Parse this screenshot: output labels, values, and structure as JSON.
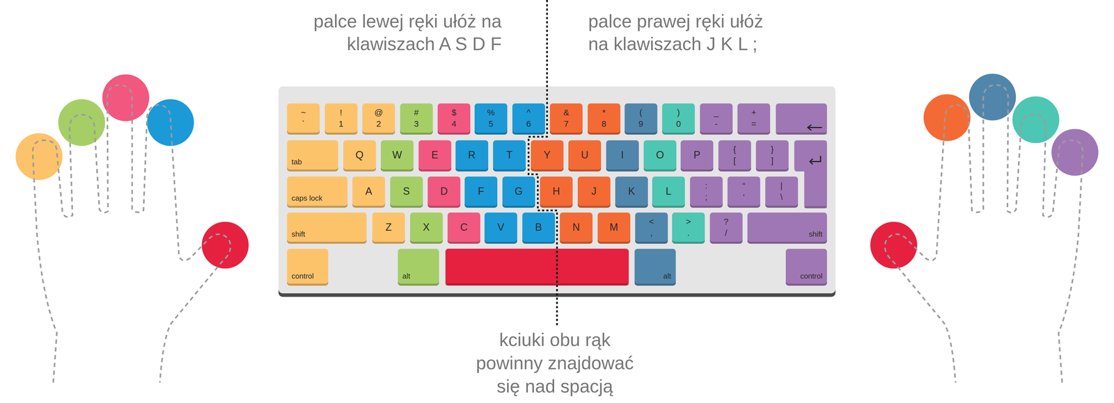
{
  "diagram": {
    "nodes": [
      {
        "text": [
          "~",
          "`"
        ]
      },
      {
        "text": [
          "!",
          "1"
        ]
      },
      {
        "text": [
          "@",
          "2"
        ]
      },
      {
        "text": [
          "#",
          "3"
        ]
      },
      {
        "text": [
          "$",
          "4"
        ]
      },
      {
        "text": [
          "%",
          "5"
        ]
      },
      {
        "text": [
          "^",
          "6"
        ]
      },
      {
        "text": [
          "&",
          "7"
        ]
      },
      {
        "text": [
          "*",
          "8"
        ]
      },
      {
        "text": [
          "(",
          "9"
        ]
      },
      {
        "text": [
          ")",
          "0"
        ]
      },
      {
        "text": [
          "_",
          "-"
        ]
      },
      {
        "text": [
          "+",
          "="
        ]
      },
      {
        "text": [
          "tab"
        ]
      },
      {
        "text": [
          "Q"
        ]
      },
      {
        "text": [
          "W"
        ]
      },
      {
        "text": [
          "E"
        ]
      },
      {
        "text": [
          "R"
        ]
      },
      {
        "text": [
          "T"
        ]
      },
      {
        "text": [
          "Y"
        ]
      },
      {
        "text": [
          "U"
        ]
      },
      {
        "text": [
          "I"
        ]
      },
      {
        "text": [
          "O"
        ]
      },
      {
        "text": [
          "P"
        ]
      },
      {
        "text": [
          "{",
          "["
        ]
      },
      {
        "text": [
          "}",
          "]"
        ]
      },
      {
        "text": [
          "caps lock"
        ]
      },
      {
        "text": [
          "A"
        ]
      },
      {
        "text": [
          "S"
        ]
      },
      {
        "text": [
          "D"
        ]
      },
      {
        "text": [
          "F"
        ]
      },
      {
        "text": [
          "G"
        ]
      },
      {
        "text": [
          "H"
        ]
      },
      {
        "text": [
          "J"
        ]
      },
      {
        "text": [
          "K"
        ]
      },
      {
        "text": [
          "L"
        ]
      },
      {
        "text": [
          ":",
          ";"
        ]
      },
      {
        "text": [
          "“",
          "‘"
        ]
      },
      {
        "text": [
          "|",
          "\\"
        ]
      },
      {
        "text": [
          "shift"
        ]
      },
      {
        "text": [
          "Z"
        ]
      },
      {
        "text": [
          "X"
        ]
      },
      {
        "text": [
          "C"
        ]
      },
      {
        "text": [
          "V"
        ]
      },
      {
        "text": [
          "B"
        ]
      },
      {
        "text": [
          "N"
        ]
      },
      {
        "text": [
          "M"
        ]
      },
      {
        "text": [
          "<",
          ","
        ]
      },
      {
        "text": [
          ">",
          "."
        ]
      },
      {
        "text": [
          "?",
          "/"
        ]
      },
      {
        "text": [
          "shift"
        ]
      },
      {
        "text": [
          "control"
        ]
      },
      {
        "text": [
          "alt"
        ]
      },
      {
        "text": [
          "alt"
        ]
      },
      {
        "text": [
          "control"
        ]
      }
    ],
    "labels": [
      "palce lewej ręki ułóż na klawiszach A S D F",
      "palce prawej ręki ułóż na klawiszach J K L ;",
      "kciuki obu rąk powinny znajdować się nad spacją"
    ]
  }
}
